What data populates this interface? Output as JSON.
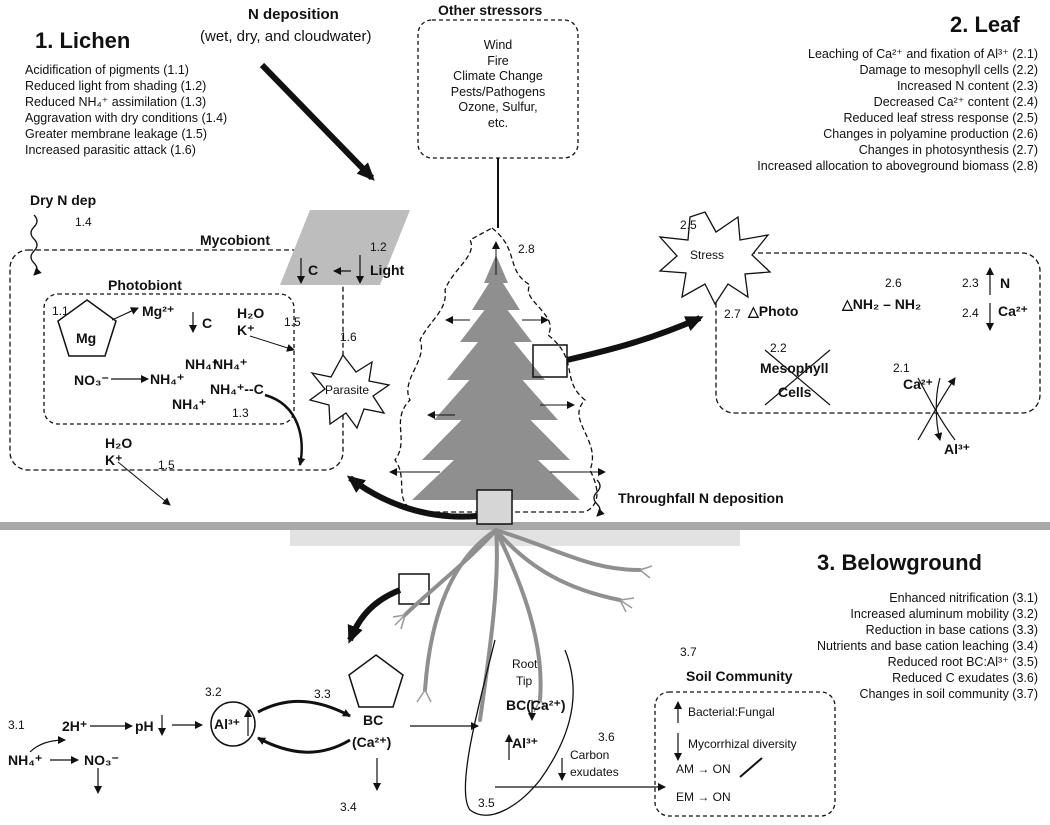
{
  "lichen": {
    "title": "1. Lichen",
    "effects": [
      "Acidification of pigments (1.1)",
      "Reduced light from shading (1.2)",
      "Reduced NH₄⁺ assimilation (1.3)",
      "Aggravation with dry conditions (1.4)",
      "Greater membrane leakage (1.5)",
      "Increased parasitic attack (1.6)"
    ],
    "dry_n_dep": "Dry N dep",
    "n_1_4": "1.4",
    "mycobiont": "Mycobiont",
    "photobiont": "Photobiont",
    "n_1_1": "1.1",
    "mg": "Mg",
    "mg2": "Mg²⁺",
    "c_down": "C",
    "h2o": "H₂O",
    "kplus": "K⁺",
    "n_1_5": "1.5",
    "nh4_a": "NH₄⁺",
    "nh4_b": "NH₄⁺",
    "nh4_c": "NH₄⁺",
    "nh4_d": "NH₄⁺",
    "no3": "NO₃⁻",
    "nh4_c_link": "NH₄⁺--C",
    "n_1_3": "1.3",
    "n_1_6": "1.6",
    "parasite": "Parasite",
    "n_1_2": "1.2",
    "c_box": "C",
    "light": "Light",
    "h2o_out": "H₂O",
    "k_out": "K⁺",
    "n_1_5b": "1.5"
  },
  "deposition": {
    "title": "N deposition",
    "subtitle": "(wet, dry, and cloudwater)",
    "throughfall": "Throughfall N deposition"
  },
  "stressors": {
    "title": "Other stressors",
    "items": [
      "Wind",
      "Fire",
      "Climate Change",
      "Pests/Pathogens",
      "Ozone, Sulfur,",
      "etc."
    ]
  },
  "tree": {
    "n_2_8": "2.8"
  },
  "leaf": {
    "title": "2. Leaf",
    "effects": [
      "Leaching of Ca²⁺ and fixation of Al³⁺ (2.1)",
      "Damage to mesophyll cells (2.2)",
      "Increased N content (2.3)",
      "Decreased Ca²⁺ content (2.4)",
      "Reduced leaf stress response (2.5)",
      "Changes in polyamine production (2.6)",
      "Changes in photosynthesis (2.7)",
      "Increased allocation to aboveground biomass (2.8)"
    ],
    "n_2_5": "2.5",
    "stress": "Stress",
    "n_2_6": "2.6",
    "nh2": "△NH₂ – NH₂",
    "n_2_3": "2.3",
    "n_label": "N",
    "n_2_4": "2.4",
    "ca_label": "Ca²⁺",
    "n_2_7": "2.7",
    "photo": "△Photo",
    "n_2_2": "2.2",
    "mesophyll": "Mesophyll",
    "cells": "Cells",
    "n_2_1": "2.1",
    "ca2": "Ca²⁺",
    "al3": "Al³⁺"
  },
  "below": {
    "title": "3. Belowground",
    "effects": [
      "Enhanced nitrification (3.1)",
      "Increased aluminum mobility (3.2)",
      "Reduction in base cations (3.3)",
      "Nutrients and base cation leaching (3.4)",
      "Reduced root BC:Al³⁺ (3.5)",
      "Reduced C exudates (3.6)",
      "Changes in soil community (3.7)"
    ],
    "n_3_1": "3.1",
    "nh4": "NH₄⁺",
    "h2": "2H⁺",
    "no3": "NO₃⁻",
    "ph": "pH",
    "n_3_2": "3.2",
    "al3": "Al³⁺",
    "n_3_3": "3.3",
    "bc": "BC",
    "bc_ca": "(Ca²⁺)",
    "n_3_4": "3.4",
    "root_tip_1": "Root",
    "root_tip_2": "Tip",
    "bc_root": "BC(Ca²⁺)",
    "al_root": "Al³⁺",
    "n_3_5": "3.5",
    "n_3_6": "3.6",
    "carbon": "Carbon",
    "exudates": "exudates",
    "n_3_7": "3.7",
    "soil_title": "Soil Community",
    "bact": "Bacterial:Fungal",
    "myco": "Mycorrhizal diversity",
    "am": "AM → ON",
    "em": "EM → ON"
  }
}
